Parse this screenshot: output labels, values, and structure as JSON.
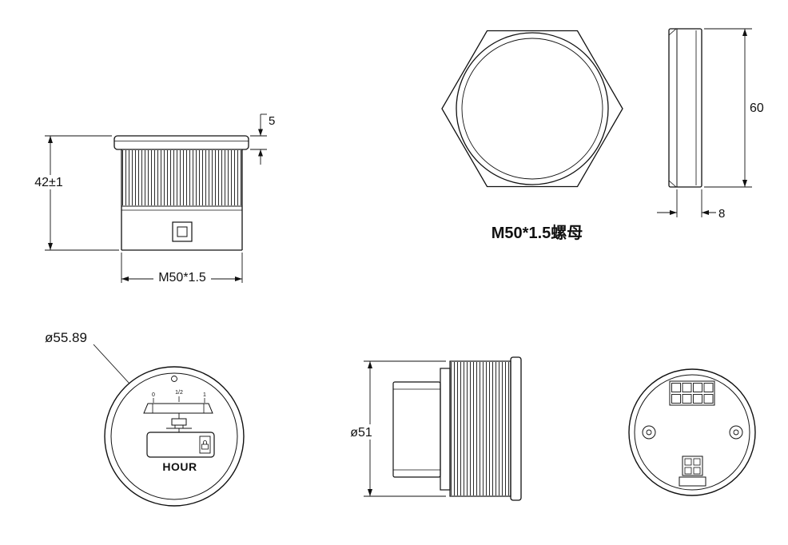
{
  "page": {
    "background": "#ffffff",
    "line_color": "#111111"
  },
  "views": {
    "body_side": {
      "dim_flange_height": "5",
      "dim_overall_height": "42±1",
      "dim_thread_spec": "M50*1.5"
    },
    "nut_front": {
      "caption": "M50*1.5螺母"
    },
    "nut_side": {
      "dim_across": "60",
      "dim_thickness": "8"
    },
    "gauge_front": {
      "dim_bezel_diameter": "ø55.89",
      "scale": [
        "0",
        "1/2",
        "1"
      ],
      "unit_label": "HOUR"
    },
    "meter_side": {
      "dim_thread_od": "ø51"
    }
  }
}
